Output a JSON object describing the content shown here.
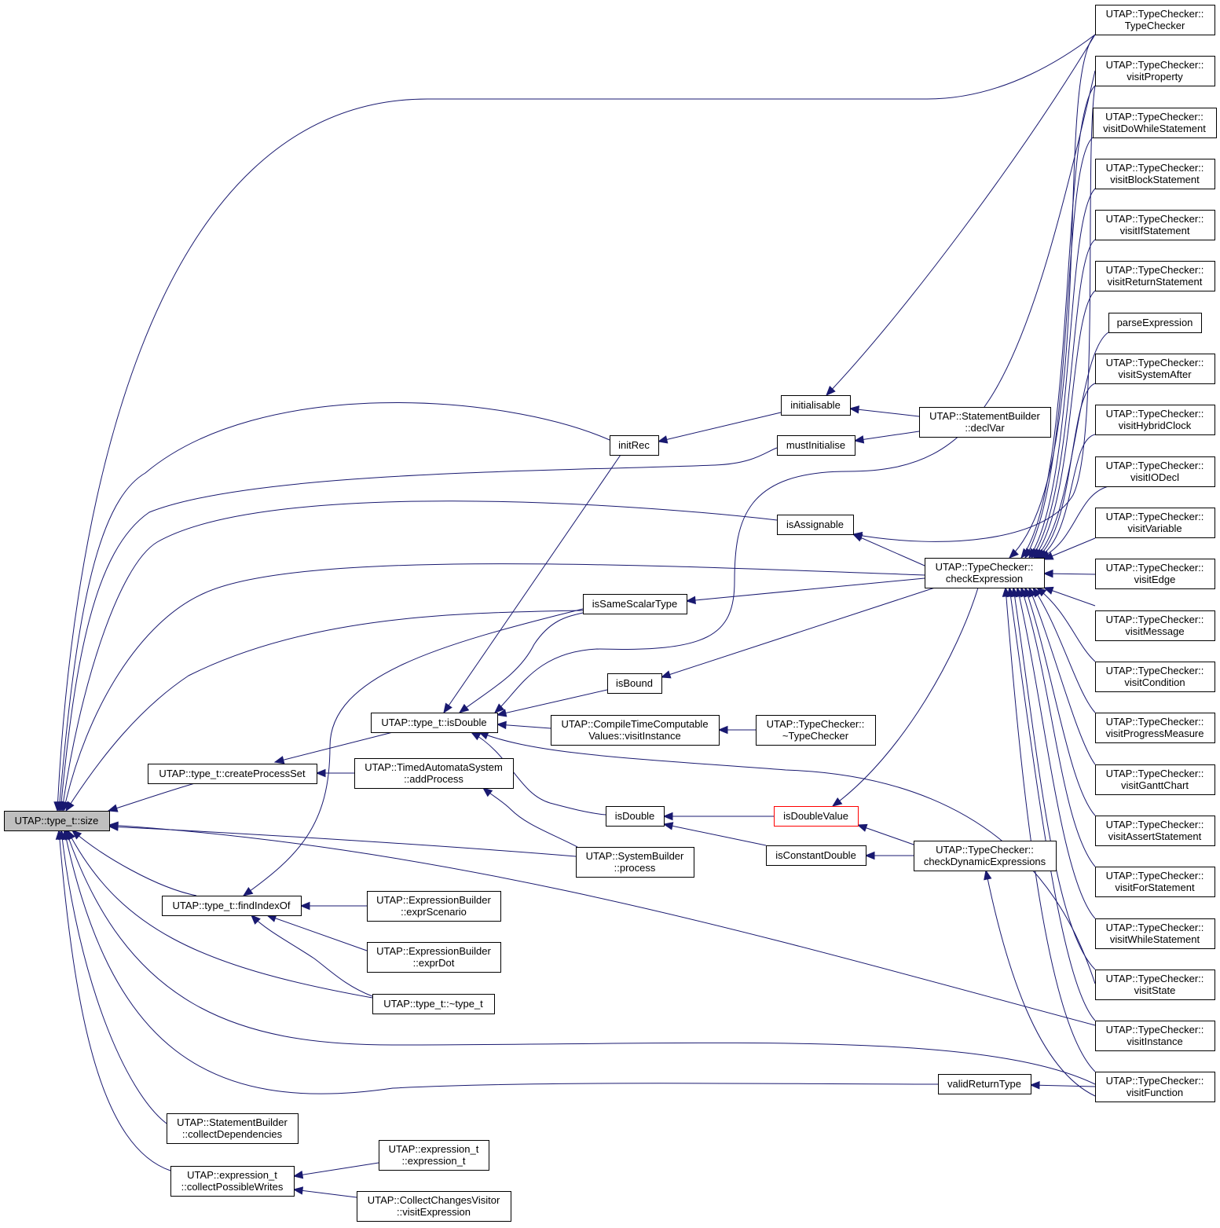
{
  "diagram": {
    "colors": {
      "edge": "#191970",
      "root_fill": "#bfbfbf",
      "node_fill": "#ffffff",
      "node_border": "#000000",
      "highlight_border": "#ff0000"
    },
    "nodes": [
      {
        "id": "size",
        "lines": [
          "UTAP::type_t::size"
        ],
        "style": "root"
      },
      {
        "id": "tc_ctor",
        "lines": [
          "UTAP::TypeChecker::",
          "TypeChecker"
        ]
      },
      {
        "id": "tc_visitProperty",
        "lines": [
          "UTAP::TypeChecker::",
          "visitProperty"
        ]
      },
      {
        "id": "tc_visitDoWhile",
        "lines": [
          "UTAP::TypeChecker::",
          "visitDoWhileStatement"
        ]
      },
      {
        "id": "tc_visitBlock",
        "lines": [
          "UTAP::TypeChecker::",
          "visitBlockStatement"
        ]
      },
      {
        "id": "tc_visitIf",
        "lines": [
          "UTAP::TypeChecker::",
          "visitIfStatement"
        ]
      },
      {
        "id": "tc_visitReturn",
        "lines": [
          "UTAP::TypeChecker::",
          "visitReturnStatement"
        ]
      },
      {
        "id": "parseExpression",
        "lines": [
          "parseExpression"
        ]
      },
      {
        "id": "tc_visitSystemAfter",
        "lines": [
          "UTAP::TypeChecker::",
          "visitSystemAfter"
        ]
      },
      {
        "id": "tc_visitHybridClock",
        "lines": [
          "UTAP::TypeChecker::",
          "visitHybridClock"
        ]
      },
      {
        "id": "tc_visitIODecl",
        "lines": [
          "UTAP::TypeChecker::",
          "visitIODecl"
        ]
      },
      {
        "id": "tc_visitVariable",
        "lines": [
          "UTAP::TypeChecker::",
          "visitVariable"
        ]
      },
      {
        "id": "tc_visitEdge",
        "lines": [
          "UTAP::TypeChecker::",
          "visitEdge"
        ]
      },
      {
        "id": "tc_visitMessage",
        "lines": [
          "UTAP::TypeChecker::",
          "visitMessage"
        ]
      },
      {
        "id": "tc_visitCondition",
        "lines": [
          "UTAP::TypeChecker::",
          "visitCondition"
        ]
      },
      {
        "id": "tc_visitProgress",
        "lines": [
          "UTAP::TypeChecker::",
          "visitProgressMeasure"
        ]
      },
      {
        "id": "tc_visitGantt",
        "lines": [
          "UTAP::TypeChecker::",
          "visitGanttChart"
        ]
      },
      {
        "id": "tc_visitAssert",
        "lines": [
          "UTAP::TypeChecker::",
          "visitAssertStatement"
        ]
      },
      {
        "id": "tc_visitFor",
        "lines": [
          "UTAP::TypeChecker::",
          "visitForStatement"
        ]
      },
      {
        "id": "tc_visitWhile",
        "lines": [
          "UTAP::TypeChecker::",
          "visitWhileStatement"
        ]
      },
      {
        "id": "tc_visitState",
        "lines": [
          "UTAP::TypeChecker::",
          "visitState"
        ]
      },
      {
        "id": "tc_visitInstance",
        "lines": [
          "UTAP::TypeChecker::",
          "visitInstance"
        ]
      },
      {
        "id": "tc_visitFunction",
        "lines": [
          "UTAP::TypeChecker::",
          "visitFunction"
        ]
      },
      {
        "id": "initialisable",
        "lines": [
          "initialisable"
        ]
      },
      {
        "id": "sb_declVar",
        "lines": [
          "UTAP::StatementBuilder",
          "::declVar"
        ]
      },
      {
        "id": "initRec",
        "lines": [
          "initRec"
        ]
      },
      {
        "id": "mustInitialise",
        "lines": [
          "mustInitialise"
        ]
      },
      {
        "id": "isAssignable",
        "lines": [
          "isAssignable"
        ]
      },
      {
        "id": "checkExpression",
        "lines": [
          "UTAP::TypeChecker::",
          "checkExpression"
        ]
      },
      {
        "id": "isSameScalarType",
        "lines": [
          "isSameScalarType"
        ]
      },
      {
        "id": "isBound",
        "lines": [
          "isBound"
        ]
      },
      {
        "id": "tt_isDouble",
        "lines": [
          "UTAP::type_t::isDouble"
        ]
      },
      {
        "id": "ctcv_visitInstance",
        "lines": [
          "UTAP::CompileTimeComputable",
          "Values::visitInstance"
        ]
      },
      {
        "id": "tc_dtor",
        "lines": [
          "UTAP::TypeChecker::",
          "~TypeChecker"
        ]
      },
      {
        "id": "createProcessSet",
        "lines": [
          "UTAP::type_t::createProcessSet"
        ]
      },
      {
        "id": "tas_addProcess",
        "lines": [
          "UTAP::TimedAutomataSystem",
          "::addProcess"
        ]
      },
      {
        "id": "isDouble",
        "lines": [
          "isDouble"
        ]
      },
      {
        "id": "isDoubleValue",
        "lines": [
          "isDoubleValue"
        ],
        "style": "red"
      },
      {
        "id": "isConstantDouble",
        "lines": [
          "isConstantDouble"
        ]
      },
      {
        "id": "checkDynamic",
        "lines": [
          "UTAP::TypeChecker::",
          "checkDynamicExpressions"
        ]
      },
      {
        "id": "sysb_process",
        "lines": [
          "UTAP::SystemBuilder",
          "::process"
        ]
      },
      {
        "id": "findIndexOf",
        "lines": [
          "UTAP::type_t::findIndexOf"
        ]
      },
      {
        "id": "eb_exprScenario",
        "lines": [
          "UTAP::ExpressionBuilder",
          "::exprScenario"
        ]
      },
      {
        "id": "eb_exprDot",
        "lines": [
          "UTAP::ExpressionBuilder",
          "::exprDot"
        ]
      },
      {
        "id": "tt_dtor",
        "lines": [
          "UTAP::type_t::~type_t"
        ]
      },
      {
        "id": "validReturnType",
        "lines": [
          "validReturnType"
        ]
      },
      {
        "id": "sb_collectDeps",
        "lines": [
          "UTAP::StatementBuilder",
          "::collectDependencies"
        ]
      },
      {
        "id": "et_collectWrites",
        "lines": [
          "UTAP::expression_t",
          "::collectPossibleWrites"
        ]
      },
      {
        "id": "et_ctor",
        "lines": [
          "UTAP::expression_t",
          "::expression_t"
        ]
      },
      {
        "id": "ccv_visitExpr",
        "lines": [
          "UTAP::CollectChangesVisitor",
          "::visitExpression"
        ]
      }
    ],
    "edges": [
      [
        "size",
        "tc_ctor"
      ],
      [
        "size",
        "initRec"
      ],
      [
        "size",
        "mustInitialise"
      ],
      [
        "size",
        "isAssignable"
      ],
      [
        "size",
        "checkExpression"
      ],
      [
        "size",
        "isSameScalarType"
      ],
      [
        "size",
        "createProcessSet"
      ],
      [
        "size",
        "sysb_process"
      ],
      [
        "size",
        "findIndexOf"
      ],
      [
        "size",
        "tt_dtor"
      ],
      [
        "size",
        "tc_visitInstance"
      ],
      [
        "size",
        "tc_visitFunction"
      ],
      [
        "size",
        "validReturnType"
      ],
      [
        "size",
        "sb_collectDeps"
      ],
      [
        "size",
        "et_collectWrites"
      ],
      [
        "initialisable",
        "tc_ctor"
      ],
      [
        "initialisable",
        "sb_declVar"
      ],
      [
        "initRec",
        "initialisable"
      ],
      [
        "mustInitialise",
        "sb_declVar"
      ],
      [
        "isAssignable",
        "tc_visitProperty"
      ],
      [
        "isAssignable",
        "checkExpression"
      ],
      [
        "checkExpression",
        "tc_ctor"
      ],
      [
        "checkExpression",
        "tc_visitProperty"
      ],
      [
        "checkExpression",
        "tc_visitDoWhile"
      ],
      [
        "checkExpression",
        "tc_visitBlock"
      ],
      [
        "checkExpression",
        "tc_visitIf"
      ],
      [
        "checkExpression",
        "tc_visitReturn"
      ],
      [
        "checkExpression",
        "parseExpression"
      ],
      [
        "checkExpression",
        "tc_visitSystemAfter"
      ],
      [
        "checkExpression",
        "tc_visitHybridClock"
      ],
      [
        "checkExpression",
        "tc_visitIODecl"
      ],
      [
        "checkExpression",
        "tc_visitVariable"
      ],
      [
        "checkExpression",
        "tc_visitEdge"
      ],
      [
        "checkExpression",
        "tc_visitMessage"
      ],
      [
        "checkExpression",
        "tc_visitCondition"
      ],
      [
        "checkExpression",
        "tc_visitProgress"
      ],
      [
        "checkExpression",
        "tc_visitGantt"
      ],
      [
        "checkExpression",
        "tc_visitAssert"
      ],
      [
        "checkExpression",
        "tc_visitFor"
      ],
      [
        "checkExpression",
        "tc_visitWhile"
      ],
      [
        "checkExpression",
        "tc_visitState"
      ],
      [
        "checkExpression",
        "tc_visitInstance"
      ],
      [
        "checkExpression",
        "tc_visitFunction"
      ],
      [
        "isSameScalarType",
        "checkExpression"
      ],
      [
        "isBound",
        "checkExpression"
      ],
      [
        "tt_isDouble",
        "initRec"
      ],
      [
        "tt_isDouble",
        "isSameScalarType"
      ],
      [
        "tt_isDouble",
        "isBound"
      ],
      [
        "tt_isDouble",
        "ctcv_visitInstance"
      ],
      [
        "tt_isDouble",
        "isDouble"
      ],
      [
        "tt_isDouble",
        "tc_visitState"
      ],
      [
        "tt_isDouble",
        "tc_visitProperty"
      ],
      [
        "ctcv_visitInstance",
        "tc_dtor"
      ],
      [
        "createProcessSet",
        "tt_isDouble"
      ],
      [
        "createProcessSet",
        "tas_addProcess"
      ],
      [
        "tas_addProcess",
        "sysb_process"
      ],
      [
        "isDouble",
        "isDoubleValue"
      ],
      [
        "isDouble",
        "isConstantDouble"
      ],
      [
        "isDoubleValue",
        "checkExpression"
      ],
      [
        "isDoubleValue",
        "checkDynamic"
      ],
      [
        "isConstantDouble",
        "checkDynamic"
      ],
      [
        "checkDynamic",
        "tc_visitFunction"
      ],
      [
        "findIndexOf",
        "isSameScalarType"
      ],
      [
        "findIndexOf",
        "eb_exprScenario"
      ],
      [
        "findIndexOf",
        "eb_exprDot"
      ],
      [
        "findIndexOf",
        "tt_dtor"
      ],
      [
        "validReturnType",
        "tc_visitFunction"
      ],
      [
        "et_collectWrites",
        "et_ctor"
      ],
      [
        "et_collectWrites",
        "ccv_visitExpr"
      ]
    ]
  }
}
